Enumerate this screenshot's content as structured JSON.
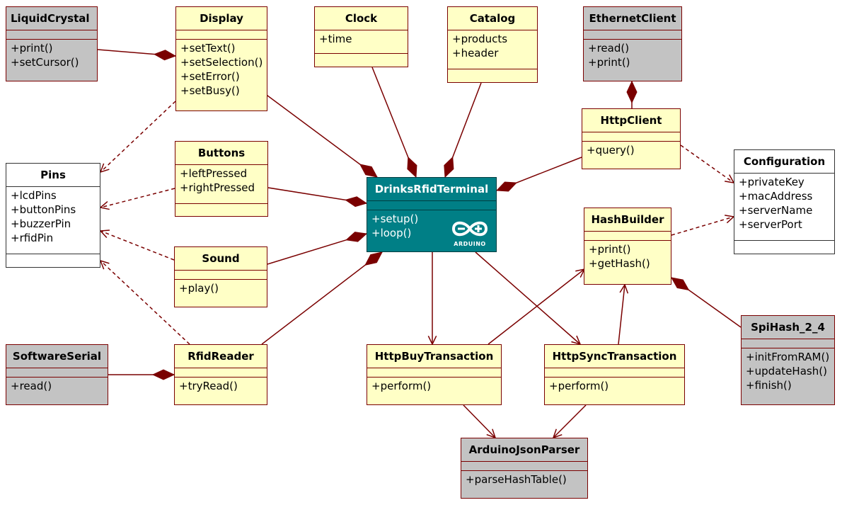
{
  "classes": {
    "liquidcrystal": {
      "name": "LiquidCrystal",
      "methods": [
        "+print()",
        "+setCursor()"
      ]
    },
    "display": {
      "name": "Display",
      "methods": [
        "+setText()",
        "+setSelection()",
        "+setError()",
        "+setBusy()"
      ]
    },
    "clock": {
      "name": "Clock",
      "attributes": [
        "+time"
      ]
    },
    "catalog": {
      "name": "Catalog",
      "attributes": [
        "+products",
        "+header"
      ]
    },
    "ethernetclient": {
      "name": "EthernetClient",
      "methods": [
        "+read()",
        "+print()"
      ]
    },
    "httpclient": {
      "name": "HttpClient",
      "methods": [
        "+query()"
      ]
    },
    "configuration": {
      "name": "Configuration",
      "attributes": [
        "+privateKey",
        "+macAddress",
        "+serverName",
        "+serverPort"
      ]
    },
    "pins": {
      "name": "Pins",
      "attributes": [
        "+lcdPins",
        "+buttonPins",
        "+buzzerPin",
        "+rfidPin"
      ]
    },
    "buttons": {
      "name": "Buttons",
      "attributes": [
        "+leftPressed",
        "+rightPressed"
      ]
    },
    "drinksrfidterminal": {
      "name": "DrinksRfidTerminal",
      "methods": [
        "+setup()",
        "+loop()"
      ],
      "logo_text": "ARDUINO"
    },
    "hashbuilder": {
      "name": "HashBuilder",
      "methods": [
        "+print()",
        "+getHash()"
      ]
    },
    "sound": {
      "name": "Sound",
      "methods": [
        "+play()"
      ]
    },
    "spihash": {
      "name": "SpiHash_2_4",
      "methods": [
        "+initFromRAM()",
        "+updateHash()",
        "+finish()"
      ]
    },
    "softwareserial": {
      "name": "SoftwareSerial",
      "methods": [
        "+read()"
      ]
    },
    "rfidreader": {
      "name": "RfidReader",
      "methods": [
        "+tryRead()"
      ]
    },
    "httpbuytransaction": {
      "name": "HttpBuyTransaction",
      "methods": [
        "+perform()"
      ]
    },
    "httpsynctransaction": {
      "name": "HttpSyncTransaction",
      "methods": [
        "+perform()"
      ]
    },
    "arduinojsonparser": {
      "name": "ArduinoJsonParser",
      "methods": [
        "+parseHashTable()"
      ]
    }
  },
  "colors": {
    "line": "#7a0000",
    "class_fill": "#ffffc6",
    "library_fill": "#c3c3c3",
    "main_fill": "#007f86"
  }
}
